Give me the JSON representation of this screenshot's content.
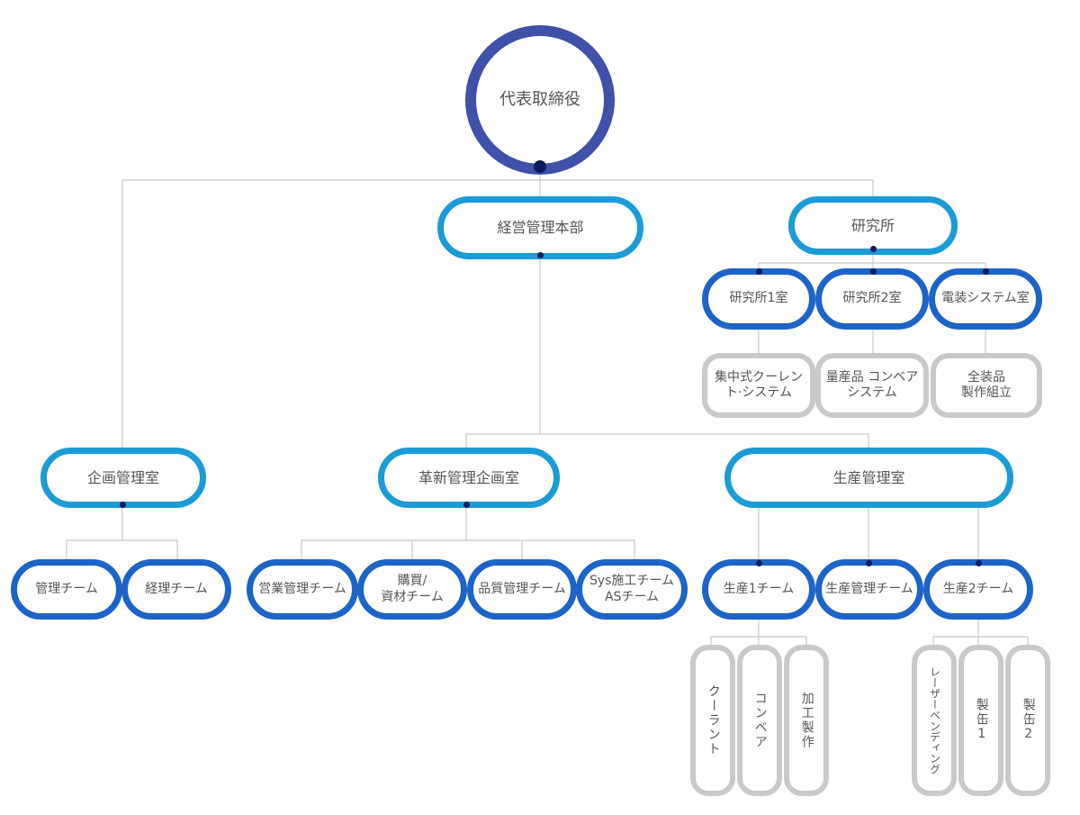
{
  "chart": {
    "ceo": "代表取締役",
    "mgmt_hq": "経営管理本部",
    "research": "研究所",
    "lab1": "研究所1室",
    "lab2": "研究所2室",
    "lab_elec": "電装システム室",
    "lab1_item": "集中式クーレン\nト·システム",
    "lab2_item": "量産品 コンベア\nシステム",
    "lab_elec_item": "全装品\n製作組立",
    "planning": "企画管理室",
    "innovation": "革新管理企画室",
    "production": "生産管理室",
    "mgmt_team": "管理チーム",
    "accounting_team": "経理チーム",
    "sales_team": "営業管理チーム",
    "purchase_team": "購買/\n資材チーム",
    "quality_team": "品質管理チーム",
    "sys_team": "Sys施工チーム\nASチーム",
    "prod1_team": "生産1チーム",
    "prodmgmt_team": "生産管理チーム",
    "prod2_team": "生産2チーム",
    "coolant": "クーラント",
    "conveyor": "コンベア",
    "machining": "加工製作",
    "laser": "レーザーベンディング",
    "can1": "製缶1",
    "can2": "製缶2"
  },
  "colors": {
    "ceo_ring": "#3f51a8",
    "level1_ring": "#1b9bd7",
    "level2_ring": "#1e63c8",
    "level3_ring": "#c9c9c9",
    "connector": "#c8c8c8",
    "dot": "#0b1a5c"
  }
}
